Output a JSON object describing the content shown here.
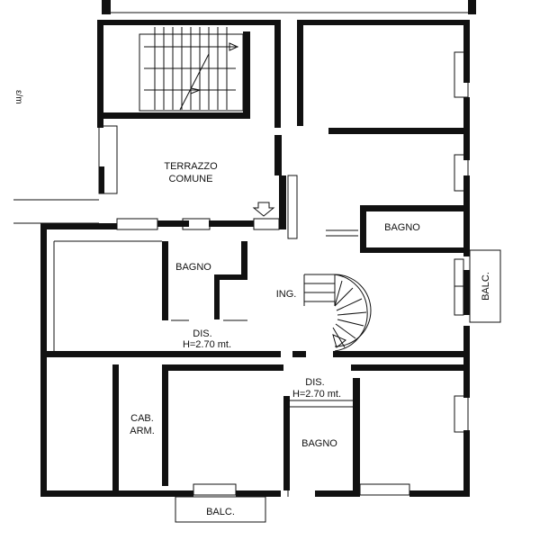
{
  "rooms": {
    "terrace": {
      "line1": "TERRAZZO",
      "line2": "COMUNE"
    },
    "bath_top_right": "BAGNO",
    "bath_left": "BAGNO",
    "entrance": "ING.",
    "dis_left": {
      "line1": "DIS.",
      "line2": "H=2.70 mt."
    },
    "dis_center": {
      "line1": "DIS.",
      "line2": "H=2.70 mt."
    },
    "cab_arm": {
      "line1": "CAB.",
      "line2": "ARM."
    },
    "bath_bottom": "BAGNO",
    "balc_right": "BALC.",
    "balc_bottom": "BALC."
  },
  "side_mark": "ε/m",
  "colors": {
    "ink": "#111111",
    "paper": "#ffffff"
  }
}
